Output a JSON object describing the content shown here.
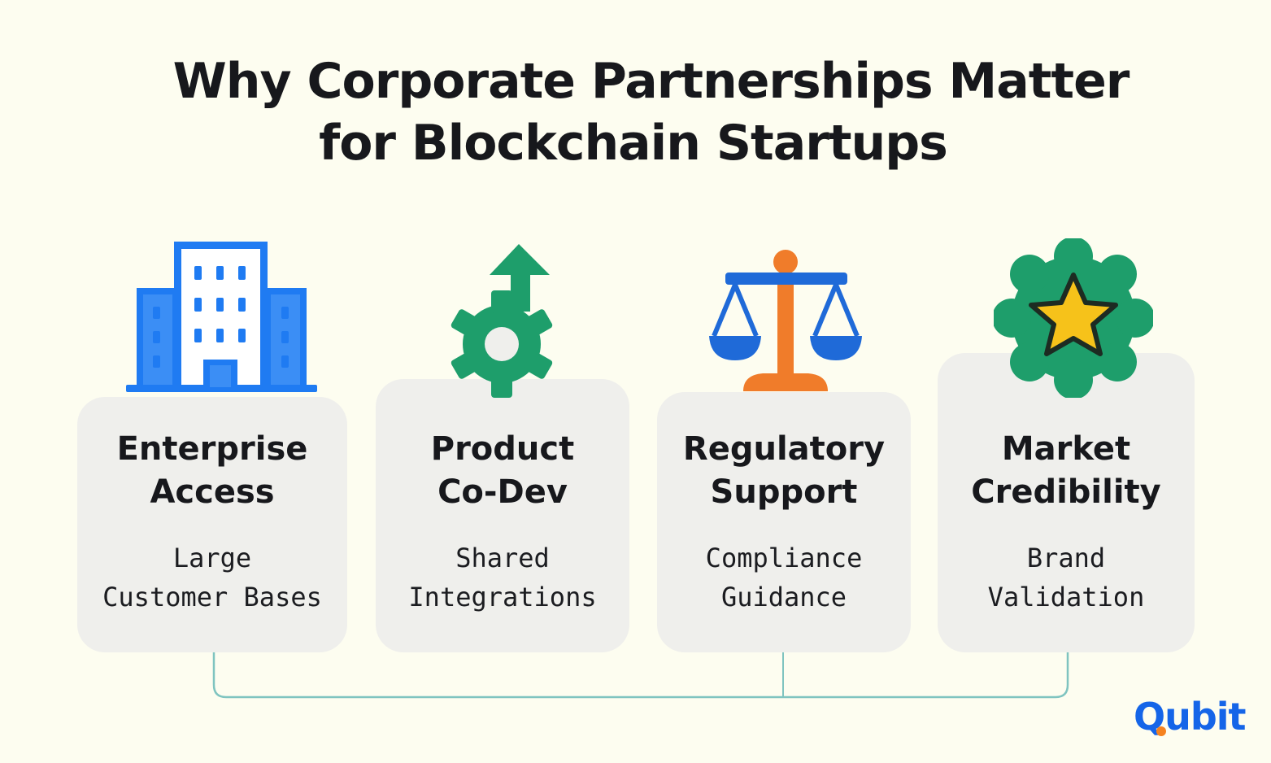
{
  "title": {
    "line1": "Why Corporate Partnerships Matter",
    "line2": "for Blockchain Startups"
  },
  "cards": [
    {
      "title_lines": [
        "Enterprise",
        "Access"
      ],
      "sub_lines": [
        "Large",
        "Customer Bases"
      ],
      "icon": "office-building-icon"
    },
    {
      "title_lines": [
        "Product",
        "Co-Dev"
      ],
      "sub_lines": [
        "Shared",
        "Integrations"
      ],
      "icon": "gear-up-arrow-icon"
    },
    {
      "title_lines": [
        "Regulatory",
        "Support"
      ],
      "sub_lines": [
        "Compliance",
        "Guidance"
      ],
      "icon": "balance-scale-icon"
    },
    {
      "title_lines": [
        "Market",
        "Credibility"
      ],
      "sub_lines": [
        "Brand",
        "Validation"
      ],
      "icon": "star-badge-icon"
    }
  ],
  "logo": {
    "text": "Qubit"
  },
  "colors": {
    "background": "#fdfdf0",
    "card": "#efefec",
    "blue": "#1f7bf2",
    "green": "#1e9e6b",
    "orange": "#f07c2a",
    "yellow": "#f6c21a",
    "connector": "#7fc4c0",
    "logo_blue": "#1565e8",
    "logo_orange": "#f5821f"
  }
}
